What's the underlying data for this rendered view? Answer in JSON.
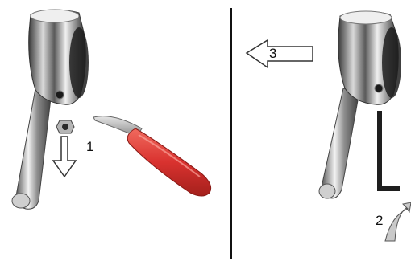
{
  "steps": {
    "step1": "1",
    "step2": "2",
    "step3": "3"
  },
  "colors": {
    "chrome_dark": "#2b2b2b",
    "chrome_mid": "#8a8a8a",
    "chrome_light": "#e8e8e8",
    "knife_handle": "#d9322f",
    "knife_blade": "#b8b8b8",
    "divider": "#111111",
    "arrow_outline": "#333333"
  },
  "icons": {
    "left_panel": [
      "faucet-handle-icon",
      "set-screw-icon",
      "down-arrow-icon",
      "utility-knife-icon"
    ],
    "right_panel": [
      "faucet-handle-icon",
      "left-arrow-icon",
      "allen-key-icon",
      "rotate-arrow-icon"
    ]
  }
}
